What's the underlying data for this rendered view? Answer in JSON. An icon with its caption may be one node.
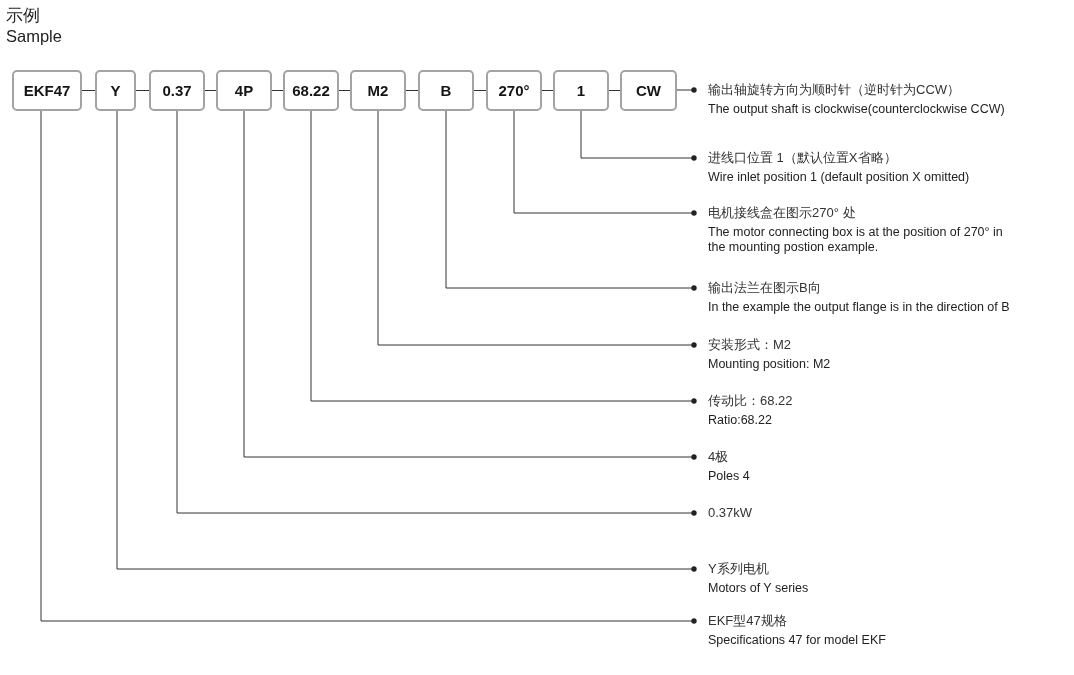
{
  "diagram": {
    "title": "示例 Sample",
    "nodes": [
      {
        "text": [
          "EKF47"
        ]
      },
      {
        "text": [
          "Y"
        ]
      },
      {
        "text": [
          "0.37"
        ]
      },
      {
        "text": [
          "4P"
        ]
      },
      {
        "text": [
          "68.22"
        ]
      },
      {
        "text": [
          "M2"
        ]
      },
      {
        "text": [
          "B"
        ]
      },
      {
        "text": [
          "270°"
        ]
      },
      {
        "text": [
          "1"
        ]
      },
      {
        "text": [
          "CW"
        ]
      },
      {
        "text": [
          "输出轴旋转方向为顺时针（逆时针为CCW）",
          "The output shaft is clockwise(counterclockwise CCW)"
        ]
      },
      {
        "text": [
          "进线口位置 1（默认位置X省略）",
          "Wire inlet position 1 (default position X omitted)"
        ]
      },
      {
        "text": [
          "电机接线盒在图示270° 处",
          "The motor connecting box is at the position of 270° in the mounting postion example."
        ]
      },
      {
        "text": [
          "输出法兰在图示B向",
          "In the example the output flange is in the direction of B"
        ]
      },
      {
        "text": [
          "安装形式：M2",
          "Mounting position: M2"
        ]
      },
      {
        "text": [
          "传动比：68.22",
          "Ratio:68.22"
        ]
      },
      {
        "text": [
          "4极",
          "Poles 4"
        ]
      },
      {
        "text": [
          "0.37kW"
        ]
      },
      {
        "text": [
          "Y系列电机",
          "Motors of Y series"
        ]
      },
      {
        "text": [
          "EKF型47规格",
          "Specifications 47 for model EKF"
        ]
      }
    ],
    "edges": [
      {
        "from": 0,
        "to": 1,
        "arrow": "none"
      },
      {
        "from": 1,
        "to": 2,
        "arrow": "none"
      },
      {
        "from": 2,
        "to": 3,
        "arrow": "none"
      },
      {
        "from": 3,
        "to": 4,
        "arrow": "none"
      },
      {
        "from": 4,
        "to": 5,
        "arrow": "none"
      },
      {
        "from": 5,
        "to": 6,
        "arrow": "none"
      },
      {
        "from": 6,
        "to": 7,
        "arrow": "none"
      },
      {
        "from": 7,
        "to": 8,
        "arrow": "none"
      },
      {
        "from": 8,
        "to": 9,
        "arrow": "none"
      },
      {
        "from": 9,
        "to": 10,
        "arrow": "other"
      },
      {
        "from": 8,
        "to": 11,
        "arrow": "other"
      },
      {
        "from": 7,
        "to": 12,
        "arrow": "other"
      },
      {
        "from": 6,
        "to": 13,
        "arrow": "other"
      },
      {
        "from": 5,
        "to": 14,
        "arrow": "other"
      },
      {
        "from": 4,
        "to": 15,
        "arrow": "other"
      },
      {
        "from": 3,
        "to": 16,
        "arrow": "other"
      },
      {
        "from": 2,
        "to": 17,
        "arrow": "other"
      },
      {
        "from": 1,
        "to": 18,
        "arrow": "other"
      },
      {
        "from": 0,
        "to": 19,
        "arrow": "other"
      }
    ]
  }
}
